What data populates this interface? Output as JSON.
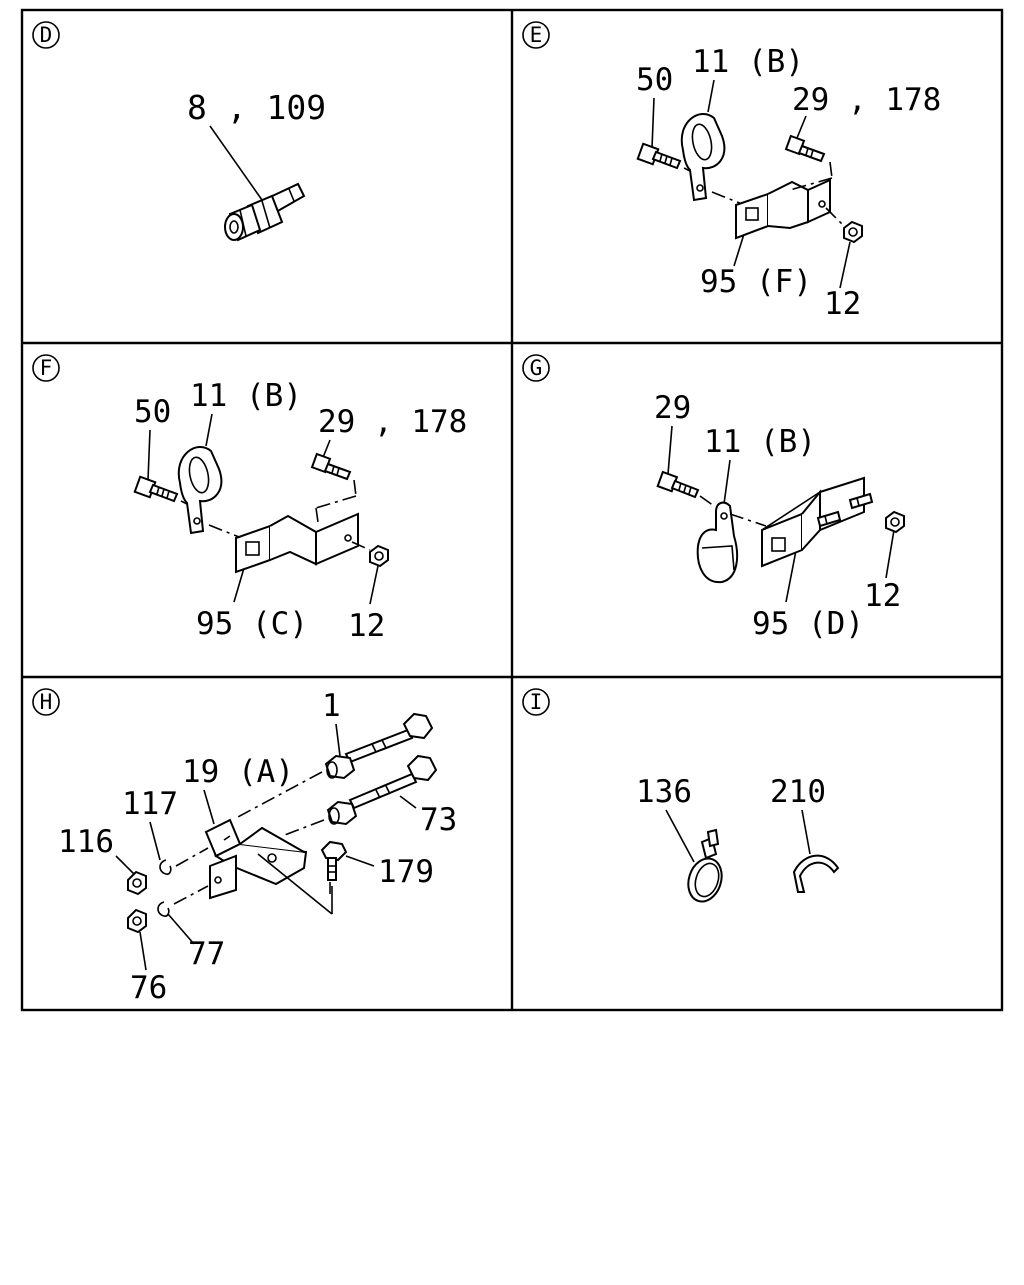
{
  "panels": [
    {
      "id": "D",
      "labels": [
        "8 , 109"
      ]
    },
    {
      "id": "E",
      "labels": [
        "50",
        "11 (B)",
        "29 , 178",
        "95 (F)",
        "12"
      ]
    },
    {
      "id": "F",
      "labels": [
        "50",
        "11 (B)",
        "29 , 178",
        "95 (C)",
        "12"
      ]
    },
    {
      "id": "G",
      "labels": [
        "29",
        "11 (B)",
        "95 (D)",
        "12"
      ]
    },
    {
      "id": "H",
      "labels": [
        "1",
        "19 (A)",
        "117",
        "116",
        "73",
        "179",
        "77",
        "76"
      ]
    },
    {
      "id": "I",
      "labels": [
        "136",
        "210"
      ]
    }
  ]
}
